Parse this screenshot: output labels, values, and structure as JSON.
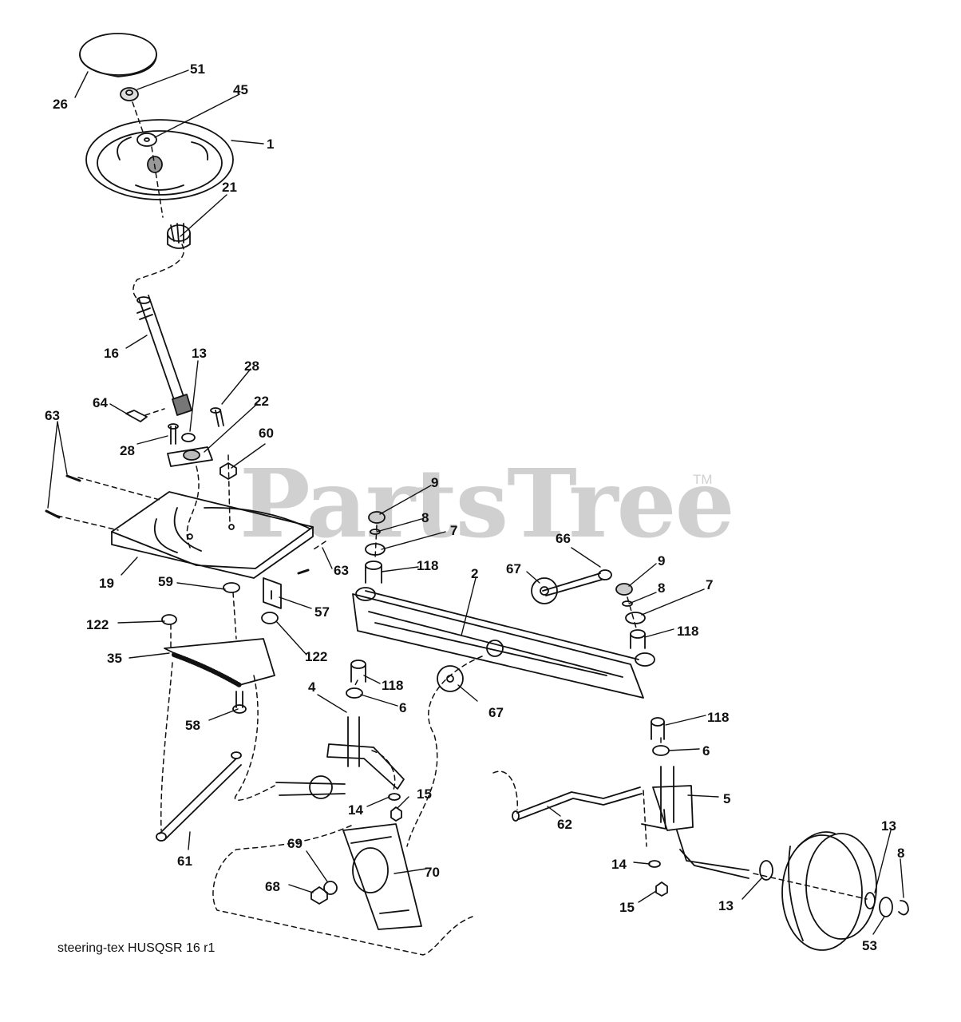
{
  "watermark": {
    "text": "PartsTree",
    "trademark": "TM",
    "color": "#d0d0d0"
  },
  "caption": "steering-tex HUSQSR 16 r1",
  "line_color": "#111111",
  "callouts": [
    "26",
    "51",
    "45",
    "1",
    "21",
    "16",
    "13",
    "28",
    "64",
    "28",
    "22",
    "60",
    "63",
    "19",
    "59",
    "63",
    "57",
    "122",
    "35",
    "122",
    "58",
    "9",
    "8",
    "7",
    "118",
    "2",
    "67",
    "66",
    "9",
    "8",
    "7",
    "118",
    "118",
    "6",
    "67",
    "4",
    "118",
    "6",
    "5",
    "14",
    "15",
    "61",
    "62",
    "69",
    "70",
    "68",
    "14",
    "15",
    "13",
    "13",
    "8",
    "53"
  ]
}
